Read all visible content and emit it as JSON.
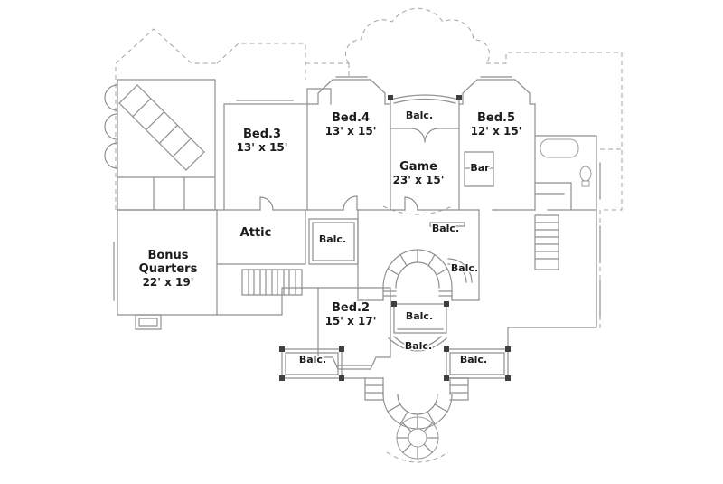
{
  "plan": {
    "rooms": {
      "bed3": {
        "name": "Bed.3",
        "dims": "13' x 15'"
      },
      "bed4": {
        "name": "Bed.4",
        "dims": "13' x 15'"
      },
      "bed5": {
        "name": "Bed.5",
        "dims": "12' x 15'"
      },
      "game": {
        "name": "Game",
        "dims": "23' x 15'"
      },
      "bed2": {
        "name": "Bed.2",
        "dims": "15' x 17'"
      },
      "bonus_quarters": {
        "line1": "Bonus",
        "line2": "Quarters",
        "dims": "22' x 19'"
      },
      "attic": {
        "name": "Attic"
      },
      "bar": {
        "name": "Bar"
      }
    },
    "labels": {
      "balcony": "Balc."
    },
    "colors": {
      "background": "#ffffff",
      "line": "#8f8f8f",
      "dashed_line": "#a3a3a3",
      "text": "#1c1c1c",
      "post": "#3f3f3f"
    }
  }
}
